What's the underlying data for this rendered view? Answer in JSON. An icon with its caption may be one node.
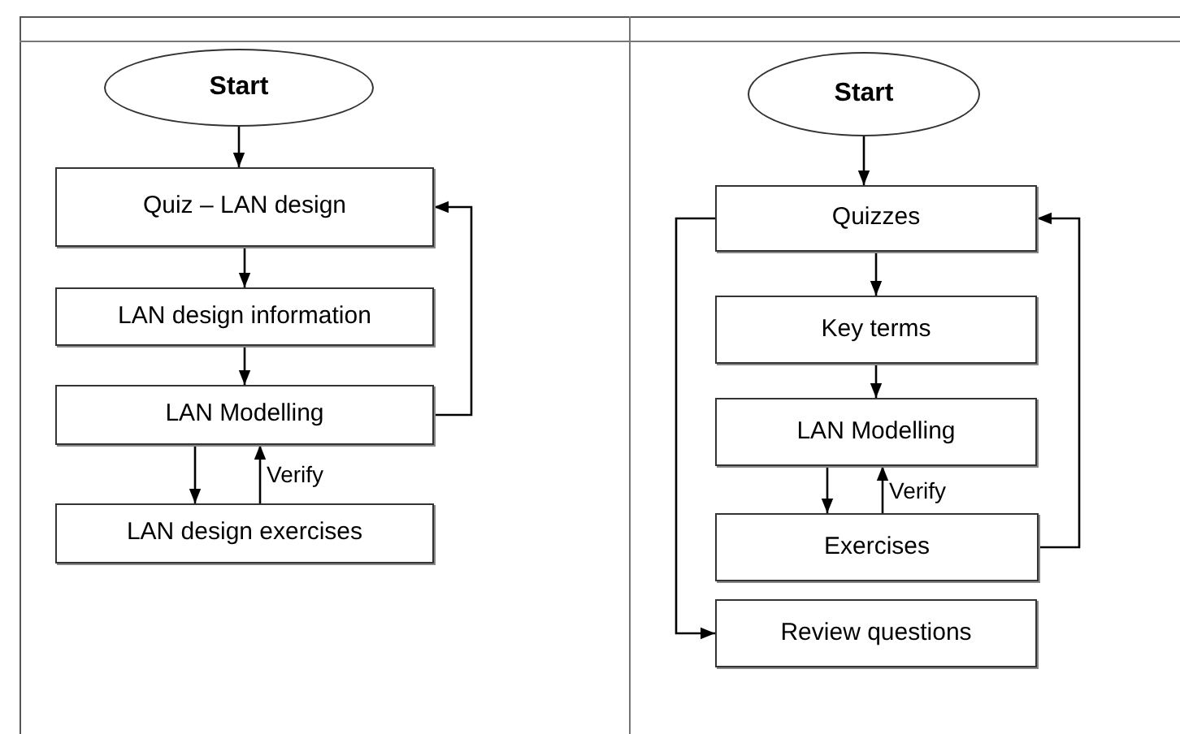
{
  "diagram": {
    "nodes": [
      {
        "text": [
          "Start"
        ]
      },
      {
        "text": [
          "Quiz – LAN design"
        ]
      },
      {
        "text": [
          "LAN design information"
        ]
      },
      {
        "text": [
          "LAN Modelling"
        ]
      },
      {
        "text": [
          "LAN design exercises"
        ]
      },
      {
        "text": [
          "Start"
        ]
      },
      {
        "text": [
          "Quizzes"
        ]
      },
      {
        "text": [
          "Key terms"
        ]
      },
      {
        "text": [
          "LAN Modelling"
        ]
      },
      {
        "text": [
          "Exercises"
        ]
      },
      {
        "text": [
          "Review questions"
        ]
      }
    ],
    "edges": [
      {
        "from": 0,
        "to": 1,
        "arrow": "to"
      },
      {
        "from": 1,
        "to": 2,
        "arrow": "to"
      },
      {
        "from": 2,
        "to": 3,
        "arrow": "to"
      },
      {
        "from": 3,
        "to": 1,
        "arrow": "to"
      },
      {
        "from": 3,
        "to": 4,
        "arrow": "to"
      },
      {
        "from": 4,
        "to": 3,
        "arrow": "to",
        "label": "Verify"
      },
      {
        "from": 5,
        "to": 6,
        "arrow": "to"
      },
      {
        "from": 6,
        "to": 7,
        "arrow": "to"
      },
      {
        "from": 7,
        "to": 8,
        "arrow": "to"
      },
      {
        "from": 8,
        "to": 9,
        "arrow": "to"
      },
      {
        "from": 9,
        "to": 8,
        "arrow": "to",
        "label": "Verify"
      },
      {
        "from": 9,
        "to": 6,
        "arrow": "to"
      },
      {
        "from": 6,
        "to": 10,
        "arrow": "to"
      }
    ]
  }
}
